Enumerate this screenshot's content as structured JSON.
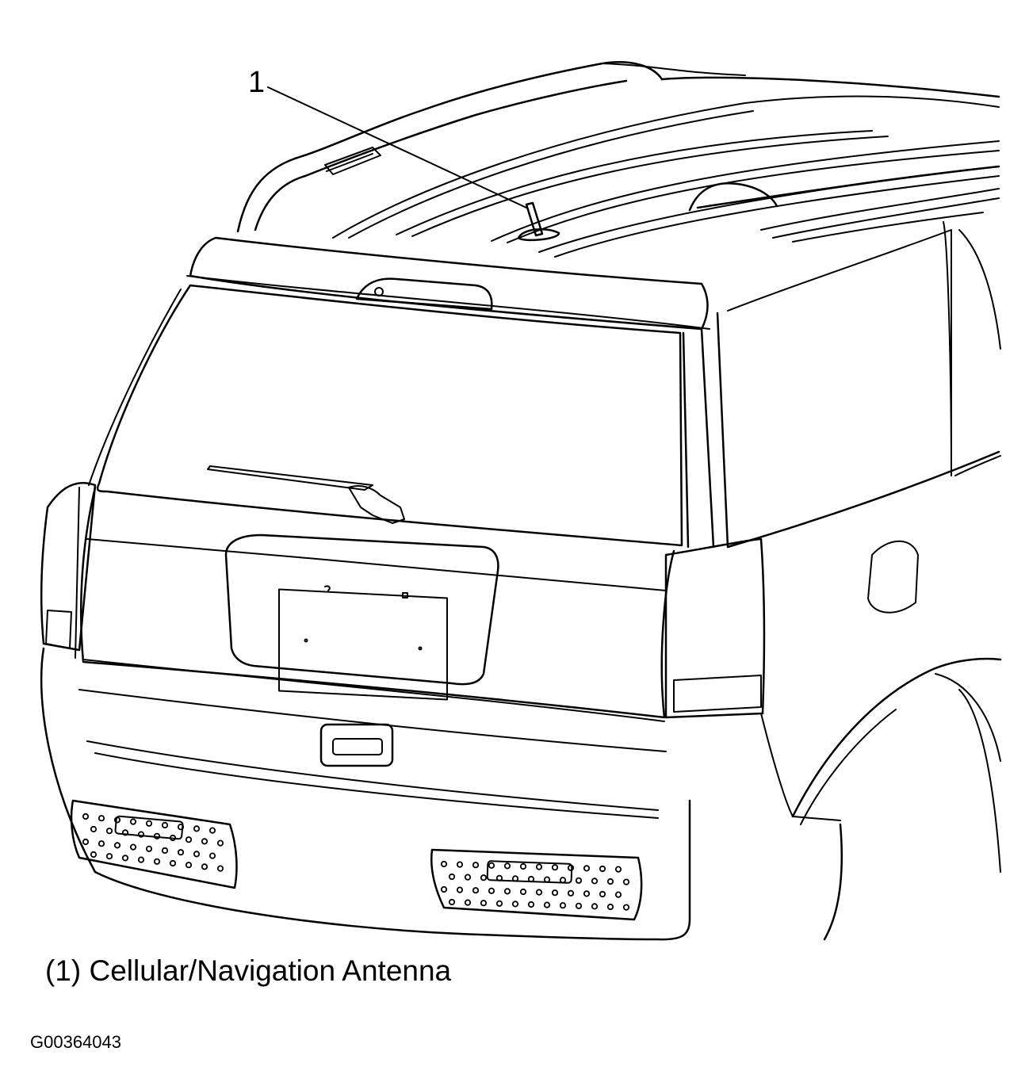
{
  "diagram": {
    "callouts": [
      {
        "number": "1",
        "target": "antenna"
      }
    ],
    "legend": [
      {
        "text": "(1) Cellular/Navigation Antenna"
      }
    ],
    "figure_id": "G00364043",
    "colors": {
      "line": "#000000",
      "background": "#ffffff"
    }
  }
}
